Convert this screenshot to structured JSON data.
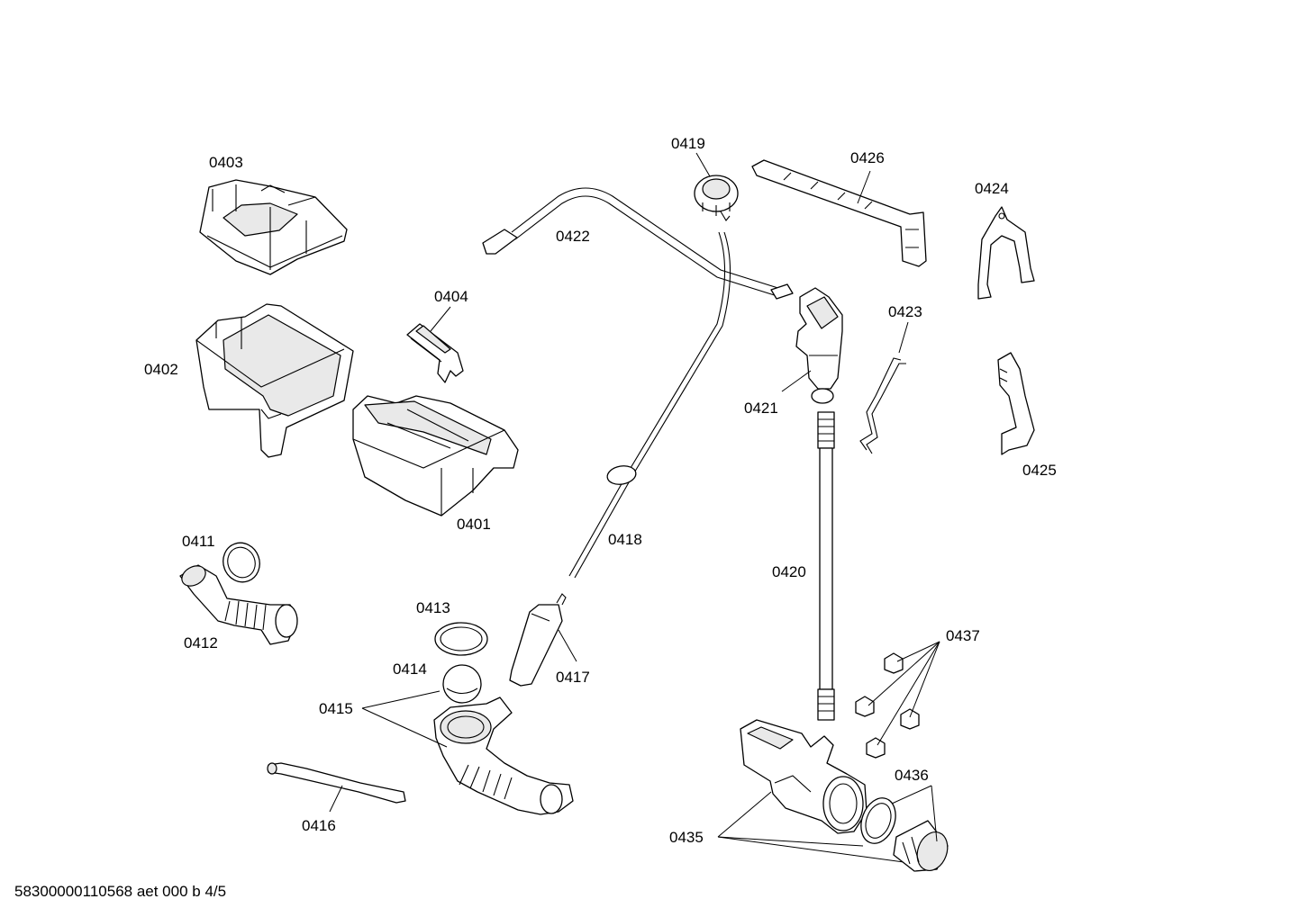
{
  "diagram": {
    "labels": {
      "p0401": "0401",
      "p0402": "0402",
      "p0403": "0403",
      "p0404": "0404",
      "p0411": "0411",
      "p0412": "0412",
      "p0413": "0413",
      "p0414": "0414",
      "p0415": "0415",
      "p0416": "0416",
      "p0417": "0417",
      "p0418": "0418",
      "p0419": "0419",
      "p0420": "0420",
      "p0421": "0421",
      "p0422": "0422",
      "p0423": "0423",
      "p0424": "0424",
      "p0425": "0425",
      "p0426": "0426",
      "p0435": "0435",
      "p0436": "0436",
      "p0437": "0437"
    }
  },
  "footer": {
    "text": "58300000110568 aet 000 b 4/5"
  }
}
